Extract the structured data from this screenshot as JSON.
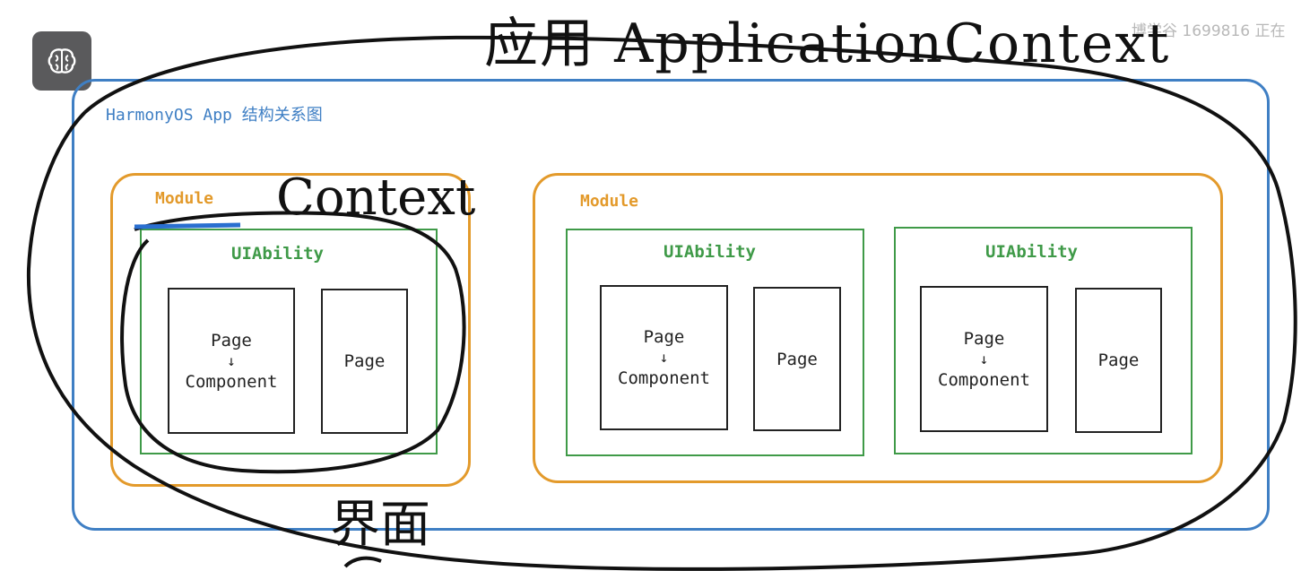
{
  "watermark": "博学谷 1699816 正在",
  "icons": {
    "app_badge": "brain-icon"
  },
  "diagram": {
    "title": "HarmonyOS App 结构关系图",
    "modules": [
      {
        "label": "Module",
        "abilities": [
          {
            "label": "UIAbility",
            "pages": [
              {
                "top": "Page",
                "arrow": "↓",
                "bottom": "Component"
              },
              {
                "top": "Page"
              }
            ]
          }
        ]
      },
      {
        "label": "Module",
        "abilities": [
          {
            "label": "UIAbility",
            "pages": [
              {
                "top": "Page",
                "arrow": "↓",
                "bottom": "Component"
              },
              {
                "top": "Page"
              }
            ]
          },
          {
            "label": "UIAbility",
            "pages": [
              {
                "top": "Page",
                "arrow": "↓",
                "bottom": "Component"
              },
              {
                "top": "Page"
              }
            ]
          }
        ]
      }
    ]
  },
  "annotations": {
    "application_context": "应用 ApplicationContext",
    "context": "Context",
    "interface": "界面"
  },
  "colors": {
    "app_border": "#3f7fc4",
    "module_border": "#e39a2b",
    "ability_border": "#3f9a48",
    "ink": "#111111"
  }
}
